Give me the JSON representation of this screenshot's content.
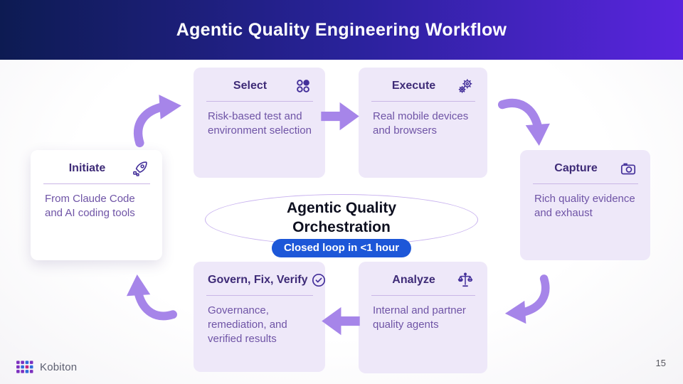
{
  "header": {
    "title": "Agentic Quality Engineering Workflow"
  },
  "cards": [
    {
      "id": "initiate",
      "title": "Initiate",
      "icon": "rocket-icon",
      "body": "From Claude Code and AI coding tools"
    },
    {
      "id": "select",
      "title": "Select",
      "icon": "category-icon",
      "body": "Risk-based test and environment selection"
    },
    {
      "id": "execute",
      "title": "Execute",
      "icon": "gears-icon",
      "body": "Real mobile devices and browsers"
    },
    {
      "id": "capture",
      "title": "Capture",
      "icon": "camera-icon",
      "body": "Rich quality evidence and exhaust"
    },
    {
      "id": "analyze",
      "title": "Analyze",
      "icon": "scale-icon",
      "body": "Internal and partner quality agents"
    },
    {
      "id": "govern",
      "title": "Govern, Fix, Verify",
      "icon": "verified-badge-icon",
      "body": "Governance, remediation, and verified results"
    }
  ],
  "center": {
    "title_line1": "Agentic Quality",
    "title_line2": "Orchestration",
    "badge_label": "Closed loop in <1 hour"
  },
  "footer": {
    "logo_text": "Kobiton",
    "page_number": "15"
  },
  "colors": {
    "header_gradient_left": "#0d1b52",
    "header_gradient_right": "#5a24de",
    "card_background": "#eee8f9",
    "card_title": "#3e2b77",
    "card_body_text": "#6f54a6",
    "arrow_purple": "#a685e9",
    "badge_blue": "#1d57d8",
    "ellipse_border": "#c8b2ef"
  }
}
